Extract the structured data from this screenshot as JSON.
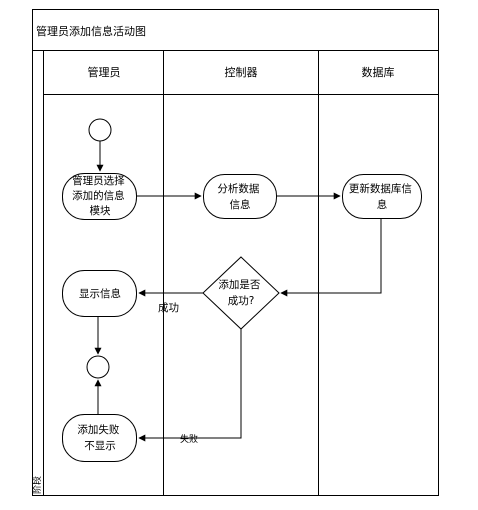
{
  "diagram": {
    "title": "管理员添加信息活动图",
    "stage_label": "阶段",
    "lanes": {
      "admin": "管理员",
      "controller": "控制器",
      "database": "数据库"
    },
    "nodes": {
      "select_module": [
        "管理员选择",
        "添加的信息",
        "模块"
      ],
      "analyze_data": [
        "分析数据",
        "信息"
      ],
      "update_db": [
        "更新数据库信",
        "息"
      ],
      "decision": [
        "添加是否",
        "成功?"
      ],
      "show_info": [
        "显示信息"
      ],
      "add_failed": [
        "添加失败",
        "不显示"
      ]
    },
    "edges": {
      "success_label": "成功",
      "failure_label": "失败"
    }
  }
}
